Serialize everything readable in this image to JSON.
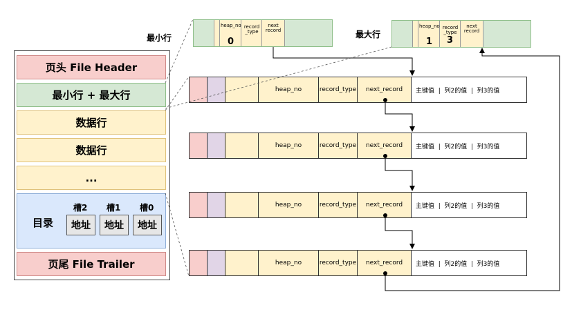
{
  "page": {
    "header": "页头 File Header",
    "infimum_supremum": "最小行 + 最大行",
    "data_row_1": "数据行",
    "data_row_2": "数据行",
    "ellipsis": "...",
    "directory": {
      "label": "目录",
      "slots": [
        {
          "name": "槽2",
          "value": "地址"
        },
        {
          "name": "槽1",
          "value": "地址"
        },
        {
          "name": "槽0",
          "value": "地址"
        }
      ]
    },
    "trailer": "页尾 File Trailer"
  },
  "min_record": {
    "label": "最小行",
    "heap_no_label": "heap_no",
    "heap_no": "0",
    "record_type_label": "record _type",
    "next_record_label": "next record"
  },
  "max_record": {
    "label": "最大行",
    "heap_no_label": "heap_no",
    "heap_no": "1",
    "record_type_label": "record _type",
    "record_type": "3",
    "next_record_label": "next record"
  },
  "records": [
    {
      "heap_no": "heap_no",
      "record_type": "record_type",
      "next_record": "next_record",
      "values": "主键值  |  列2的值  |  列3的值"
    },
    {
      "heap_no": "heap_no",
      "record_type": "record_type",
      "next_record": "next_record",
      "values": "主键值  |  列2的值  |  列3的值"
    },
    {
      "heap_no": "heap_no",
      "record_type": "record_type",
      "next_record": "next_record",
      "values": "主键值  |  列2的值  |  列3的值"
    },
    {
      "heap_no": "heap_no",
      "record_type": "record_type",
      "next_record": "next_record",
      "values": "主键值  |  列2的值  |  列3的值"
    }
  ],
  "colors": {
    "pink": "#f8cecc",
    "green": "#d5e8d4",
    "yellow": "#fff2cc",
    "blue": "#dae8fc",
    "lavender": "#e1d5e7"
  }
}
